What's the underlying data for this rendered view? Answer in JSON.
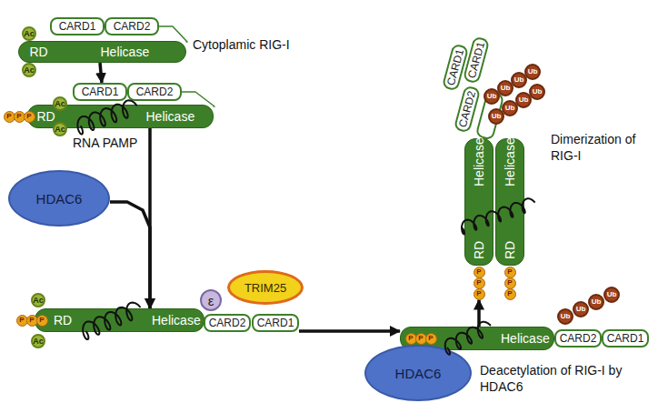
{
  "diagram": {
    "nodes": [
      {
        "text": [
          "RD",
          "Helicase"
        ]
      },
      {
        "text": [
          "CARD1"
        ]
      },
      {
        "text": [
          "CARD2"
        ]
      },
      {
        "text": [
          "Ac"
        ]
      },
      {
        "text": [
          "Ac"
        ]
      },
      {
        "text": [
          "RD",
          "Helicase"
        ]
      },
      {
        "text": [
          "CARD1"
        ]
      },
      {
        "text": [
          "CARD2"
        ]
      },
      {
        "text": [
          "Ac"
        ]
      },
      {
        "text": [
          "Ac"
        ]
      },
      {
        "text": [
          "P"
        ]
      },
      {
        "text": [
          "P"
        ]
      },
      {
        "text": [
          "P"
        ]
      },
      {
        "text": [
          "HDAC6"
        ]
      },
      {
        "text": [
          "RD",
          "Helicase"
        ]
      },
      {
        "text": [
          "Ac"
        ]
      },
      {
        "text": [
          "Ac"
        ]
      },
      {
        "text": [
          "P"
        ]
      },
      {
        "text": [
          "P"
        ]
      },
      {
        "text": [
          "P"
        ]
      },
      {
        "text": [
          "CARD2"
        ]
      },
      {
        "text": [
          "CARD1"
        ]
      },
      {
        "text": [
          "ε"
        ]
      },
      {
        "text": [
          "TRIM25"
        ]
      },
      {
        "text": [
          "Helicase"
        ]
      },
      {
        "text": [
          "P"
        ]
      },
      {
        "text": [
          "P"
        ]
      },
      {
        "text": [
          "P"
        ]
      },
      {
        "text": [
          "CARD2"
        ]
      },
      {
        "text": [
          "CARD1"
        ]
      },
      {
        "text": [
          "Ub"
        ]
      },
      {
        "text": [
          "Ub"
        ]
      },
      {
        "text": [
          "Ub"
        ]
      },
      {
        "text": [
          "Ub"
        ]
      },
      {
        "text": [
          "HDAC6"
        ]
      },
      {
        "text": [
          "CARD1"
        ]
      },
      {
        "text": [
          "CARD1"
        ]
      },
      {
        "text": [
          "CARD2"
        ]
      },
      {
        "text": [
          "Ub"
        ]
      },
      {
        "text": [
          "Ub"
        ]
      },
      {
        "text": [
          "Ub"
        ]
      },
      {
        "text": [
          "Ub"
        ]
      },
      {
        "text": [
          "Ub"
        ]
      },
      {
        "text": [
          "Ub"
        ]
      },
      {
        "text": [
          "Ub"
        ]
      },
      {
        "text": [
          "Ub"
        ]
      },
      {
        "text": [
          "Helicase",
          "RD"
        ]
      },
      {
        "text": [
          "Helicase",
          "RD"
        ]
      },
      {
        "text": [
          "P"
        ]
      },
      {
        "text": [
          "P"
        ]
      },
      {
        "text": [
          "P"
        ]
      },
      {
        "text": [
          "P"
        ]
      },
      {
        "text": [
          "P"
        ]
      },
      {
        "text": [
          "P"
        ]
      }
    ],
    "edges": [
      {
        "from": 0,
        "to": 6,
        "arrow": "to"
      },
      {
        "from": 5,
        "to": 14,
        "arrow": "to"
      },
      {
        "from": 13,
        "to": 14,
        "arrow": "to"
      },
      {
        "from": 21,
        "to": 24,
        "arrow": "to"
      },
      {
        "from": 24,
        "to": 50,
        "arrow": "to"
      },
      {
        "from": 2,
        "to": 0,
        "arrow": "none"
      },
      {
        "from": 7,
        "to": 5,
        "arrow": "none"
      }
    ],
    "labels": [
      "Cytoplamic RIG-I",
      "RNA PAMP",
      "Dimerization of RIG-I",
      "Deacetylation of RIG-I by HDAC6"
    ]
  }
}
